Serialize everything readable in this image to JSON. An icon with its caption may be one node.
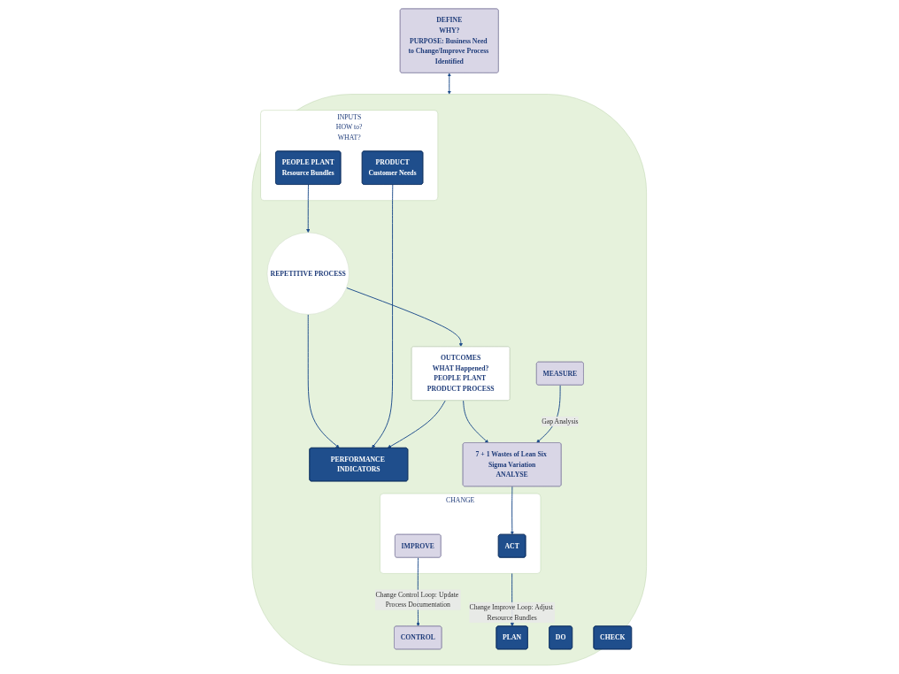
{
  "diagram": {
    "nodes": [
      {
        "text": [
          "DEFINE",
          "WHY?",
          "PURPOSE: Business Need to Change/Improve Process Identified"
        ]
      },
      {
        "text": [],
        "shape": "ellipse"
      },
      {
        "text": [
          "PLAN"
        ],
        "in": 1
      },
      {
        "text": [
          "INPUTS",
          "HOW to?",
          "WHAT?"
        ],
        "in": 1
      },
      {
        "text": [
          "PEOPLE PLANT",
          "Resource Bundles"
        ],
        "in": 3
      },
      {
        "text": [
          "PRODUCT",
          "Customer Needs"
        ],
        "in": 3
      },
      {
        "text": [
          "CONTROL"
        ],
        "in": 1
      },
      {
        "text": [
          "DO"
        ],
        "in": 1
      },
      {
        "text": [
          "REPETITIVE PROCESS"
        ],
        "in": 1
      },
      {
        "text": [
          "CHECK"
        ],
        "in": 1
      },
      {
        "text": [
          "OUTCOMES",
          "WHAT Happened?",
          "PEOPLE PLANT PRODUCT PROCESS"
        ],
        "in": 1
      },
      {
        "text": [
          "PERFORMANCE INDICATORS"
        ],
        "in": 1
      },
      {
        "text": [
          "MEASURE"
        ],
        "in": 1
      },
      {
        "text": [
          "7 + 1 Wastes of Lean Six Sigma Variation",
          "ANALYSE"
        ],
        "in": 1
      },
      {
        "text": [
          "CHANGE"
        ],
        "in": 1
      },
      {
        "text": [
          "ACT"
        ],
        "in": 14
      },
      {
        "text": [
          "IMPROVE"
        ],
        "in": 14
      }
    ],
    "edges": [
      {
        "from": 0,
        "to": 1,
        "arrow": "both"
      },
      {
        "from": 4,
        "to": 8,
        "arrow": "to"
      },
      {
        "from": 8,
        "to": 10,
        "arrow": "to"
      },
      {
        "from": 8,
        "to": 11,
        "arrow": "to"
      },
      {
        "from": 5,
        "to": 11,
        "arrow": "to"
      },
      {
        "from": 10,
        "to": 11,
        "arrow": "to"
      },
      {
        "from": 10,
        "to": 13,
        "arrow": "to"
      },
      {
        "from": 13,
        "to": 15,
        "arrow": "to"
      },
      {
        "from": 14,
        "to": 2,
        "arrow": "to",
        "label": "Change Improve Loop: Adjust Resource Bundles"
      },
      {
        "from": 16,
        "to": 6,
        "arrow": "to",
        "label": "Change Control Loop: Update Process Documentation"
      },
      {
        "from": 12,
        "to": 13,
        "arrow": "to",
        "label": "Gap Analysis"
      }
    ]
  }
}
